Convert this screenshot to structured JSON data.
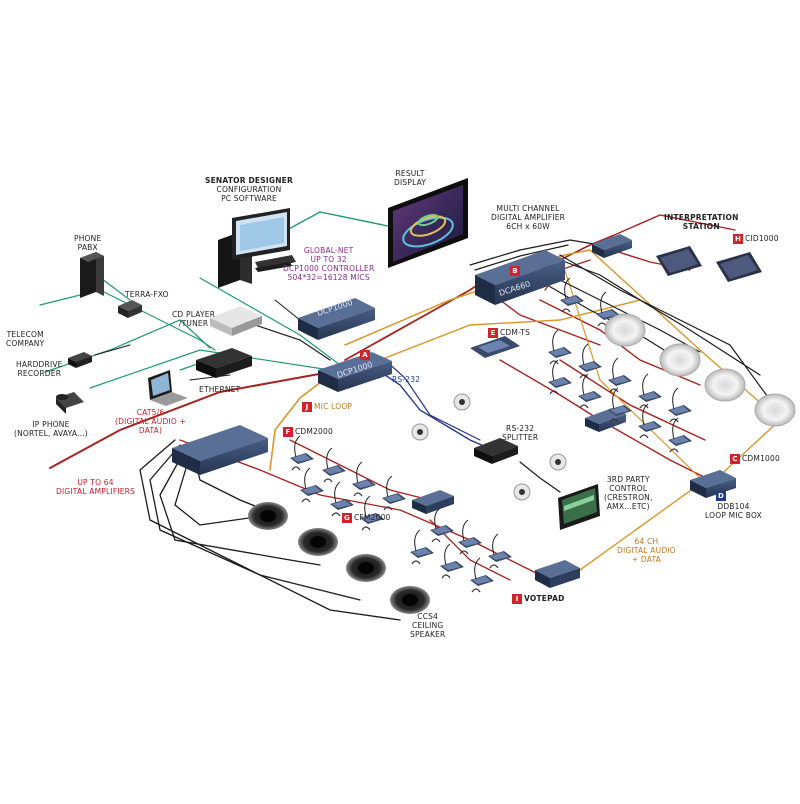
{
  "colors": {
    "cat5": "#a8221e",
    "global_net": "#1f9a72",
    "mic_loop": "#d9972a",
    "rs232": "#27348b",
    "cable_black": "#1b1b1b",
    "device_blue": "#33476b",
    "badge_red": "#d2232a",
    "badge_blue": "#1d3a8c"
  },
  "labels": {
    "senator_designer": {
      "line1": "SENATOR DESIGNER",
      "line2": "CONFIGURATION",
      "line3": "PC  SOFTWARE"
    },
    "result_display": {
      "line1": "RESULT",
      "line2": "DISPLAY"
    },
    "multi_channel": {
      "line1": "MULTI CHANNEL",
      "line2": "DIGITAL AMPLIFIER",
      "line3": "6CH x 60W"
    },
    "interpretation": {
      "line1": "INTERPRETATION",
      "line2": "STATION"
    },
    "phone_pabx": {
      "line1": "PHONE",
      "line2": "PABX"
    },
    "terra_fxo": "TERRA-FXO",
    "global_net": {
      "line1": "GLOBAL-NET",
      "line2": "UP TO 32",
      "line3": "DCP1000 CONTROLLER",
      "line4": "504*32=16128 MICS"
    },
    "cd_player": {
      "line1": "CD PLAYER",
      "line2": "/TUNER"
    },
    "telecom": {
      "line1": "TELECOM",
      "line2": "COMPANY"
    },
    "harddrive": {
      "line1": "HARDDRIVE",
      "line2": "RECORDER"
    },
    "ethernet": "ETHERNET",
    "ip_phone": {
      "line1": "IP PHONE",
      "line2": "(NORTEL, AVAYA...)"
    },
    "cat56": {
      "line1": "CAT5/6",
      "line2": "(DIGITAL AUDIO +",
      "line3": "DATA)"
    },
    "up_to_64": {
      "line1": "UP TO  64",
      "line2": "DIGITAL AMPLIFIERS"
    },
    "rs232": "RS-232",
    "rs232_splitter": {
      "line1": "RS-232",
      "line2": "SPLITTER"
    },
    "third_party": {
      "line1": "3RD PARTY",
      "line2": "CONTROL",
      "line3": "(CRESTRON,",
      "line4": "AMX...ETC)"
    },
    "digital_audio_64": {
      "line1": "64 CH",
      "line2": "DIGITAL AUDIO",
      "line3": "+ DATA"
    },
    "ddb104": {
      "line1": "DDB104",
      "line2": "LOOP MIC BOX"
    },
    "ccs4": {
      "line1": "CCS4",
      "line2": "CEILING",
      "line3": "SPEAKER"
    }
  },
  "badges": {
    "A": {
      "letter": "A",
      "text": "DCP1000"
    },
    "B": {
      "letter": "B",
      "text": "DCA660"
    },
    "C": {
      "letter": "C",
      "text": "CDM1000"
    },
    "D": {
      "letter": "D",
      "text": "DDB104"
    },
    "E": {
      "letter": "E",
      "text": "CDM-TS"
    },
    "F": {
      "letter": "F",
      "text": "CDM2000"
    },
    "G": {
      "letter": "G",
      "text": "CFM2000"
    },
    "H": {
      "letter": "H",
      "text": "CID1000"
    },
    "I": {
      "letter": "I",
      "text": "VOTEPAD"
    },
    "J": {
      "letter": "J",
      "text": "MIC LOOP"
    }
  },
  "device_labels": {
    "dcp1000_top": "DCP1000",
    "dcp1000_main": "DCP1000",
    "dca660": "DCA660"
  }
}
